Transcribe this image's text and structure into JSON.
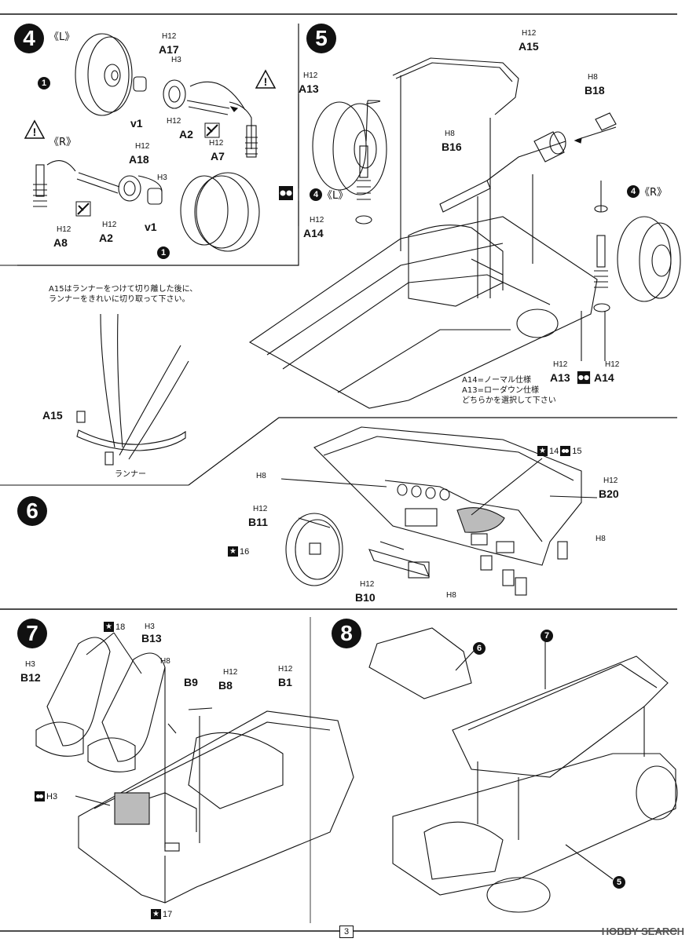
{
  "steps": {
    "s4": {
      "num": "4",
      "left": "《L》",
      "right": "《R》"
    },
    "s5": {
      "num": "5",
      "left": "《L》",
      "right": "《R》",
      "sub_left": "4",
      "sub_right": "4"
    },
    "s6": {
      "num": "6"
    },
    "s7": {
      "num": "7"
    },
    "s8": {
      "num": "8",
      "ref6": "6",
      "ref7": "7",
      "ref5": "5"
    }
  },
  "parts": {
    "h12_a17": "H12",
    "A17": "A17",
    "h3_a17": "H3",
    "v1_top": "v1",
    "h12_a2_top": "H12",
    "A2_top": "A2",
    "h12_a7": "H12",
    "A7": "A7",
    "h12_a18": "H12",
    "A18": "A18",
    "h3_a18": "H3",
    "h12_a8": "H12",
    "A8": "A8",
    "h12_a2_bot": "H12",
    "A2_bot": "A2",
    "v1_bot": "v1",
    "one_top": "1",
    "one_bot": "1",
    "h12_a15": "H12",
    "A15_top": "A15",
    "h8_b18": "H8",
    "B18": "B18",
    "h12_a13": "H12",
    "A13_top": "A13",
    "h8_b16": "H8",
    "B16": "B16",
    "h12_a14": "H12",
    "A14_top": "A14",
    "h12_a13b": "H12",
    "A13_bot": "A13",
    "h12_a14b": "H12",
    "A14_bot": "A14",
    "A15_side": "A15",
    "h8_dash": "H8",
    "h12_b20": "H12",
    "B20": "B20",
    "h12_b11": "H12",
    "B11": "B11",
    "h8_right": "H8",
    "h12_b10": "H12",
    "B10": "B10",
    "h8_low": "H8",
    "h3_b13": "H3",
    "B13": "B13",
    "h3_b12": "H3",
    "B12": "B12",
    "h8_b9": "H8",
    "B9": "B9",
    "h12_b8": "H12",
    "B8": "B8",
    "h12_b1": "H12",
    "B1": "B1",
    "h3_side": "H3"
  },
  "marks": {
    "m14": "14",
    "m15": "15",
    "m16": "16",
    "m17": "17",
    "m18": "18"
  },
  "notes": {
    "a15_note": "A15はランナーをつけて切り離した後に、\nランナーをきれいに切り取って下さい。",
    "runner": "ランナー",
    "a14_note": "A14=ノーマル仕様\nA13=ローダウン仕様\nどちらかを選択して下さい"
  },
  "page_number": "3",
  "brand": "HOBBY SEARCH"
}
